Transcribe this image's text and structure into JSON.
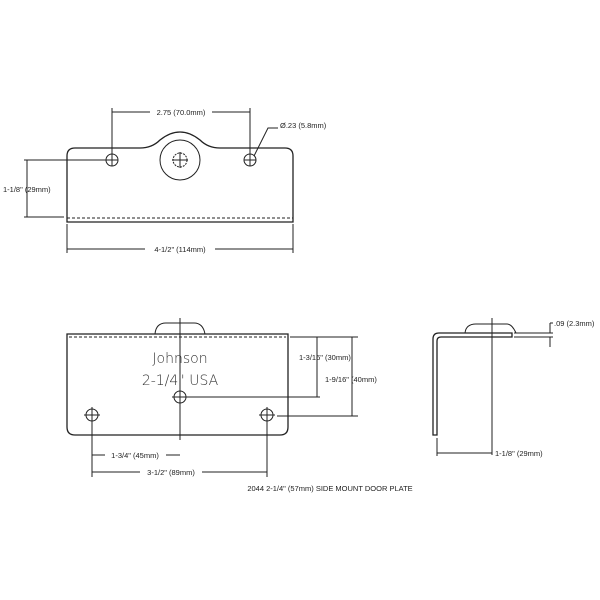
{
  "top_view": {
    "hole_spacing": "2.75 (70.0mm)",
    "hole_diameter": "Ø.23 (5.8mm)",
    "height": "1-1/8\" (29mm)",
    "width": "4-1/2\" (114mm)"
  },
  "front_view": {
    "engraving_brand": "Johnson",
    "engraving_size": "2-1/4\"  USA",
    "dim_center_hole_offset": "1-3/4\" (45mm)",
    "dim_outer_hole_spacing": "3-1/2\" (89mm)",
    "dim_center_hole_height": "1-3/16\" (30mm)",
    "dim_outer_hole_height": "1-9/16\" (40mm)"
  },
  "side_view": {
    "thickness": ".09 (2.3mm)",
    "depth": "1-1/8\" (29mm)"
  },
  "caption": "2044 2-1/4\" (57mm) SIDE MOUNT DOOR PLATE"
}
